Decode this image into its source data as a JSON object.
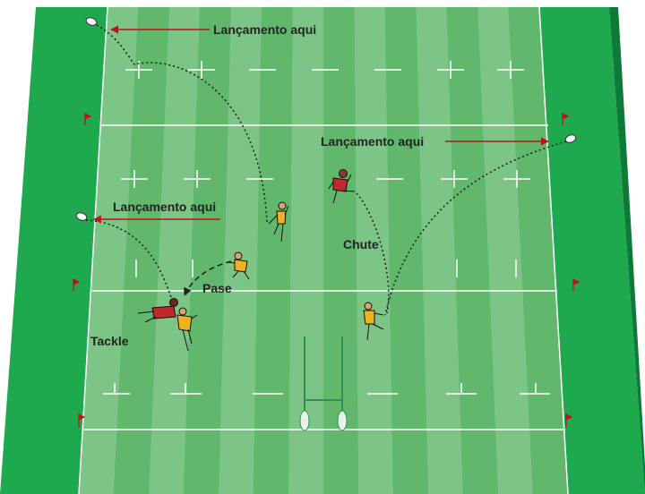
{
  "labels": {
    "throw_in_top": "Lançamento aqui",
    "throw_in_right": "Lançamento aqui",
    "throw_in_left": "Lançamento aqui",
    "kick": "Chute",
    "pass": "Pase",
    "tackle": "Tackle"
  },
  "colors": {
    "grass_light": "#7cc586",
    "grass_dark": "#61b86d",
    "outside_grass": "#1ea94f",
    "line_white": "#ffffff",
    "arrow_red": "#c0101a",
    "flag_red": "#c0101a",
    "player_yellow": "#f1b21f",
    "player_red": "#c1272d"
  }
}
